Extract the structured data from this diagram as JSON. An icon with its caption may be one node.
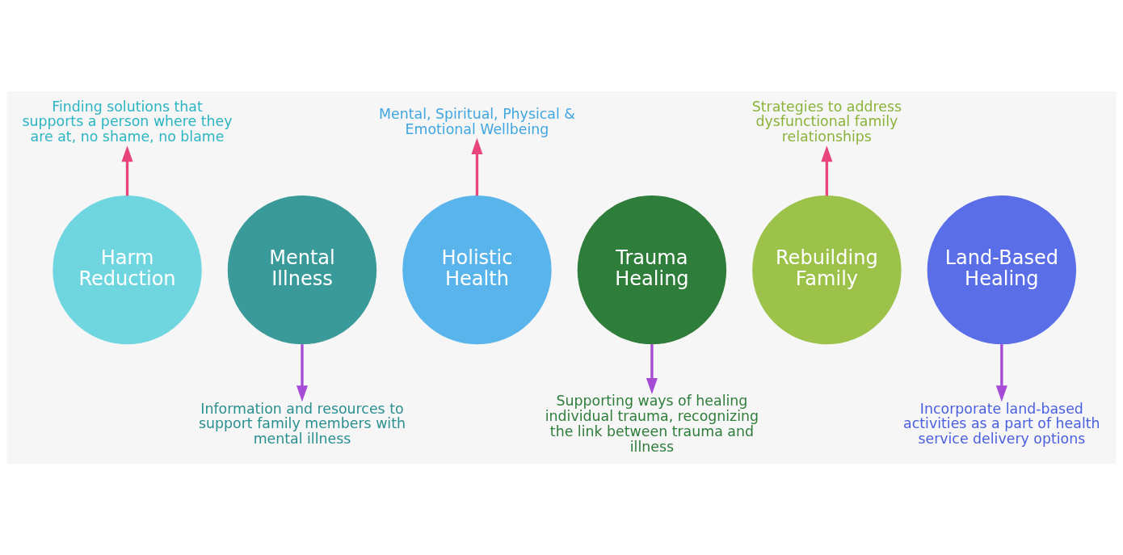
{
  "diagram": {
    "nodes": [
      {
        "text": [
          "Finding solutions that supports a person where they are at, no shame, no blame"
        ]
      },
      {
        "text": [
          "Mental, Spiritual, Physical & Emotional Wellbeing"
        ]
      },
      {
        "text": [
          "Strategies to address dysfunctional family relationships"
        ]
      },
      {
        "text": [
          "Harm Reduction"
        ]
      },
      {
        "text": [
          "Mental Illness"
        ]
      },
      {
        "text": [
          "Holistic Health"
        ]
      },
      {
        "text": [
          "Trauma Healing"
        ]
      },
      {
        "text": [
          "Rebuilding Family"
        ]
      },
      {
        "text": [
          "Land-Based Healing"
        ]
      },
      {
        "text": [
          "Information and resources to support family members with mental illness"
        ]
      },
      {
        "text": [
          "Supporting ways of healing individual trauma, recognizing the link between trauma and illness"
        ]
      },
      {
        "text": [
          "Incorporate land-based activities as a part of health service delivery options"
        ]
      }
    ],
    "edges": [
      {
        "from": 3,
        "to": 0,
        "arrow": "to",
        "color": "#e8457a"
      },
      {
        "from": 4,
        "to": 9,
        "arrow": "to",
        "color": "#a54bd6"
      },
      {
        "from": 5,
        "to": 1,
        "arrow": "to",
        "color": "#e8457a"
      },
      {
        "from": 6,
        "to": 10,
        "arrow": "to",
        "color": "#a54bd6"
      },
      {
        "from": 7,
        "to": 2,
        "arrow": "to",
        "color": "#e8457a"
      },
      {
        "from": 8,
        "to": 11,
        "arrow": "to",
        "color": "#a54bd6"
      }
    ]
  }
}
